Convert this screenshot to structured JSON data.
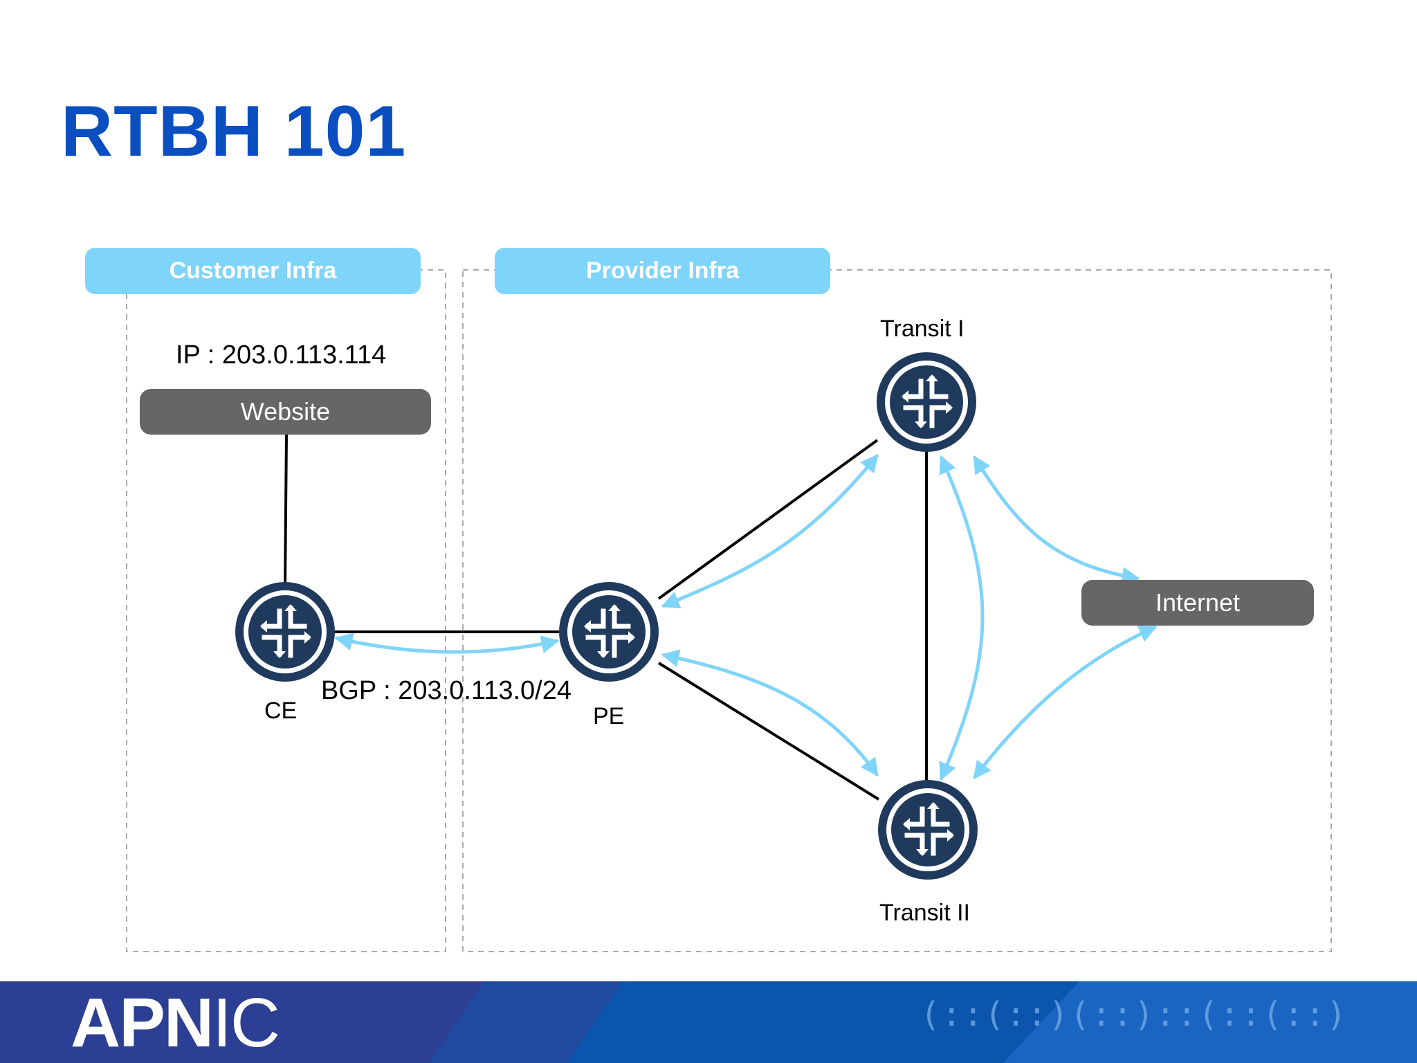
{
  "slide": {
    "title": "RTBH 101"
  },
  "panels": {
    "customer_label": "Customer Infra",
    "provider_label": "Provider Infra"
  },
  "nodes": {
    "website": "Website",
    "internet": "Internet",
    "ce": "CE",
    "pe": "PE",
    "transit1": "Transit I",
    "transit2": "Transit II"
  },
  "annotations": {
    "ip": "IP : 203.0.113.114",
    "bgp": "BGP : 203.0.113.0/24"
  },
  "footer": {
    "logo_bold": "APN",
    "logo_thin": "IC",
    "decoration": "(::(::)(::)::(::(::)"
  },
  "colors": {
    "title": "#0a4ec0",
    "panel_label_bg": "#7fd4fa",
    "pill_bg": "#666666",
    "arrow": "#7fd4fa",
    "router": "#1f3a5c",
    "footer": "#0b55ad"
  },
  "icons": {
    "router": "router-arrows-icon",
    "logo_decoration": "apnic-pattern-icon"
  }
}
